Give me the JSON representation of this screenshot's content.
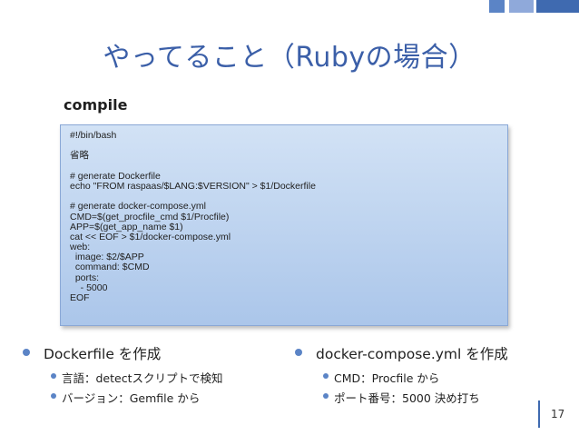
{
  "slide": {
    "title": "やってること（Rubyの場合）",
    "subheading": "compile",
    "page_number": "17",
    "accent_colors": [
      "#5b84c6",
      "#8fa9da",
      "#3f6ab0"
    ]
  },
  "code": {
    "lines": [
      "#!/bin/bash",
      "",
      "省略",
      "",
      "# generate Dockerfile",
      "echo \"FROM raspaas/$LANG:$VERSION\" > $1/Dockerfile",
      "",
      "# generate docker-compose.yml",
      "CMD=$(get_procfile_cmd $1/Procfile)",
      "APP=$(get_app_name $1)",
      "cat << EOF > $1/docker-compose.yml",
      "web:",
      "  image: $2/$APP",
      "  command: $CMD",
      "  ports:",
      "    - 5000",
      "EOF"
    ]
  },
  "bullets": {
    "left": {
      "main": "Dockerfile を作成",
      "subs": [
        "言語：detectスクリプトで検知",
        "バージョン：Gemfile から"
      ]
    },
    "right": {
      "main": "docker-compose.yml を作成",
      "subs": [
        "CMD：Procfile から",
        "ポート番号：5000 決め打ち"
      ]
    }
  }
}
